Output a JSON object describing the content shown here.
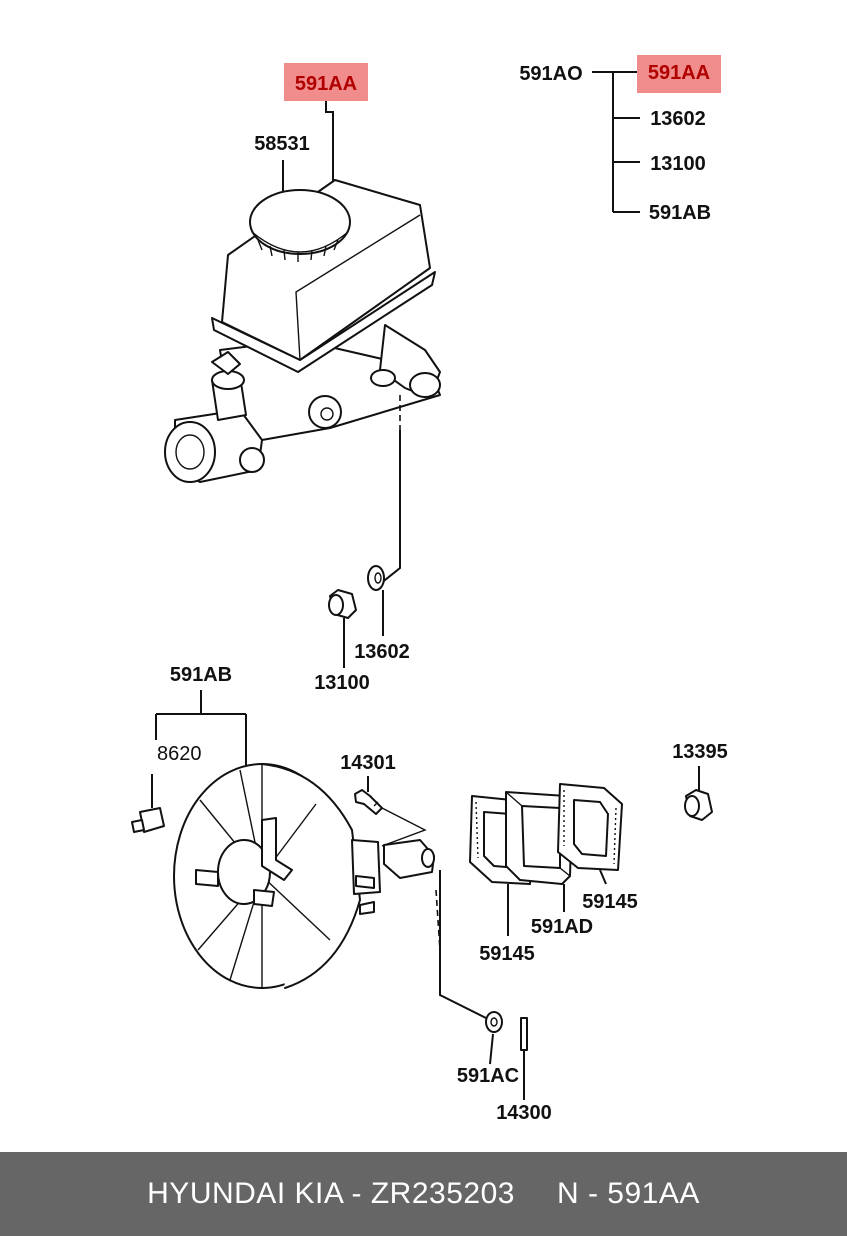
{
  "labels": {
    "top_hl": "591AA",
    "reservoir": "58531",
    "legend_root": "591AO",
    "legend_hl": "591AA",
    "legend_13602": "13602",
    "legend_13100": "13100",
    "legend_591ab": "591AB",
    "washer": "13602",
    "nut": "13100",
    "booster": "591AB",
    "check_valve": "8620",
    "bolt": "14301",
    "nut_right": "13395",
    "gasket_right": "59145",
    "spacer": "591AD",
    "gasket_left": "59145",
    "clip": "591AC",
    "pin": "14300"
  },
  "footer": {
    "brand_part": "HYUNDAI KIA - ZR235203",
    "code": "N - 591AA"
  }
}
